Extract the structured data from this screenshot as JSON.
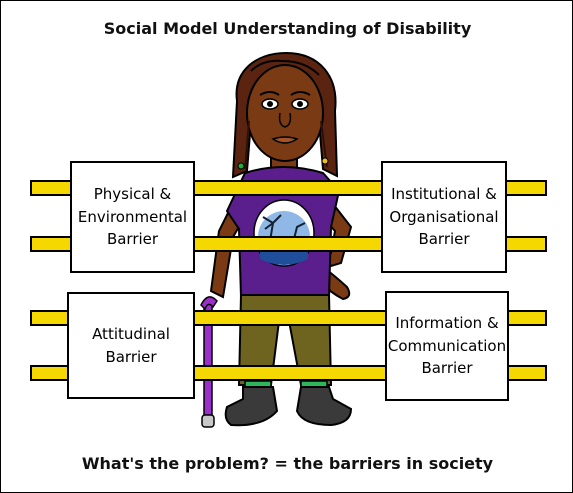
{
  "title": "Social Model Understanding of Disability",
  "caption": "What's the problem? = the barriers in society",
  "barriers": [
    {
      "lines": [
        "Physical &",
        "Environmental",
        "Barrier"
      ]
    },
    {
      "lines": [
        "Institutional &",
        "Organisational",
        "Barrier"
      ]
    },
    {
      "lines": [
        "Attitudinal",
        "Barrier"
      ]
    },
    {
      "lines": [
        "Information &",
        "Communication",
        "Barrier"
      ]
    }
  ],
  "colors": {
    "bar_yellow": "#f5d800",
    "shirt_purple": "#5a1f8c",
    "cane_purple": "#9b2fc9",
    "skin": "#7a3b14",
    "hair": "#5b2410",
    "trousers": "#6e6420",
    "boots": "#3a3a3a"
  }
}
